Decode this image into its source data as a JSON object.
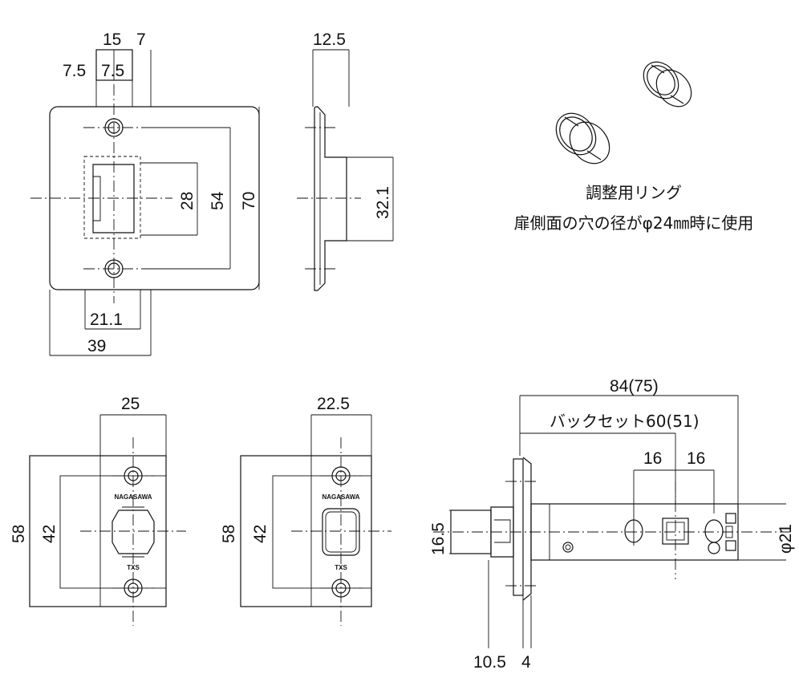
{
  "faceplate": {
    "dims": [
      "15",
      "7",
      "7.5",
      "7.5",
      "28",
      "54",
      "70",
      "21.1",
      "39"
    ]
  },
  "side": {
    "dims": [
      "12.5",
      "32.1"
    ]
  },
  "strike1": {
    "dims": [
      "25",
      "58",
      "42"
    ],
    "brand": "NAGASAWA",
    "model": "TXS"
  },
  "strike2": {
    "dims": [
      "22.5",
      "58",
      "42"
    ],
    "brand": "NAGASAWA",
    "model": "TXS"
  },
  "latch": {
    "dims": [
      "84(75)",
      "バックセット60(51)",
      "16",
      "16",
      "16.5",
      "φ21",
      "10.5",
      "4"
    ]
  },
  "ring": {
    "title": "調整用リング",
    "note": "扉側面の穴の径がφ24㎜時に使用"
  }
}
